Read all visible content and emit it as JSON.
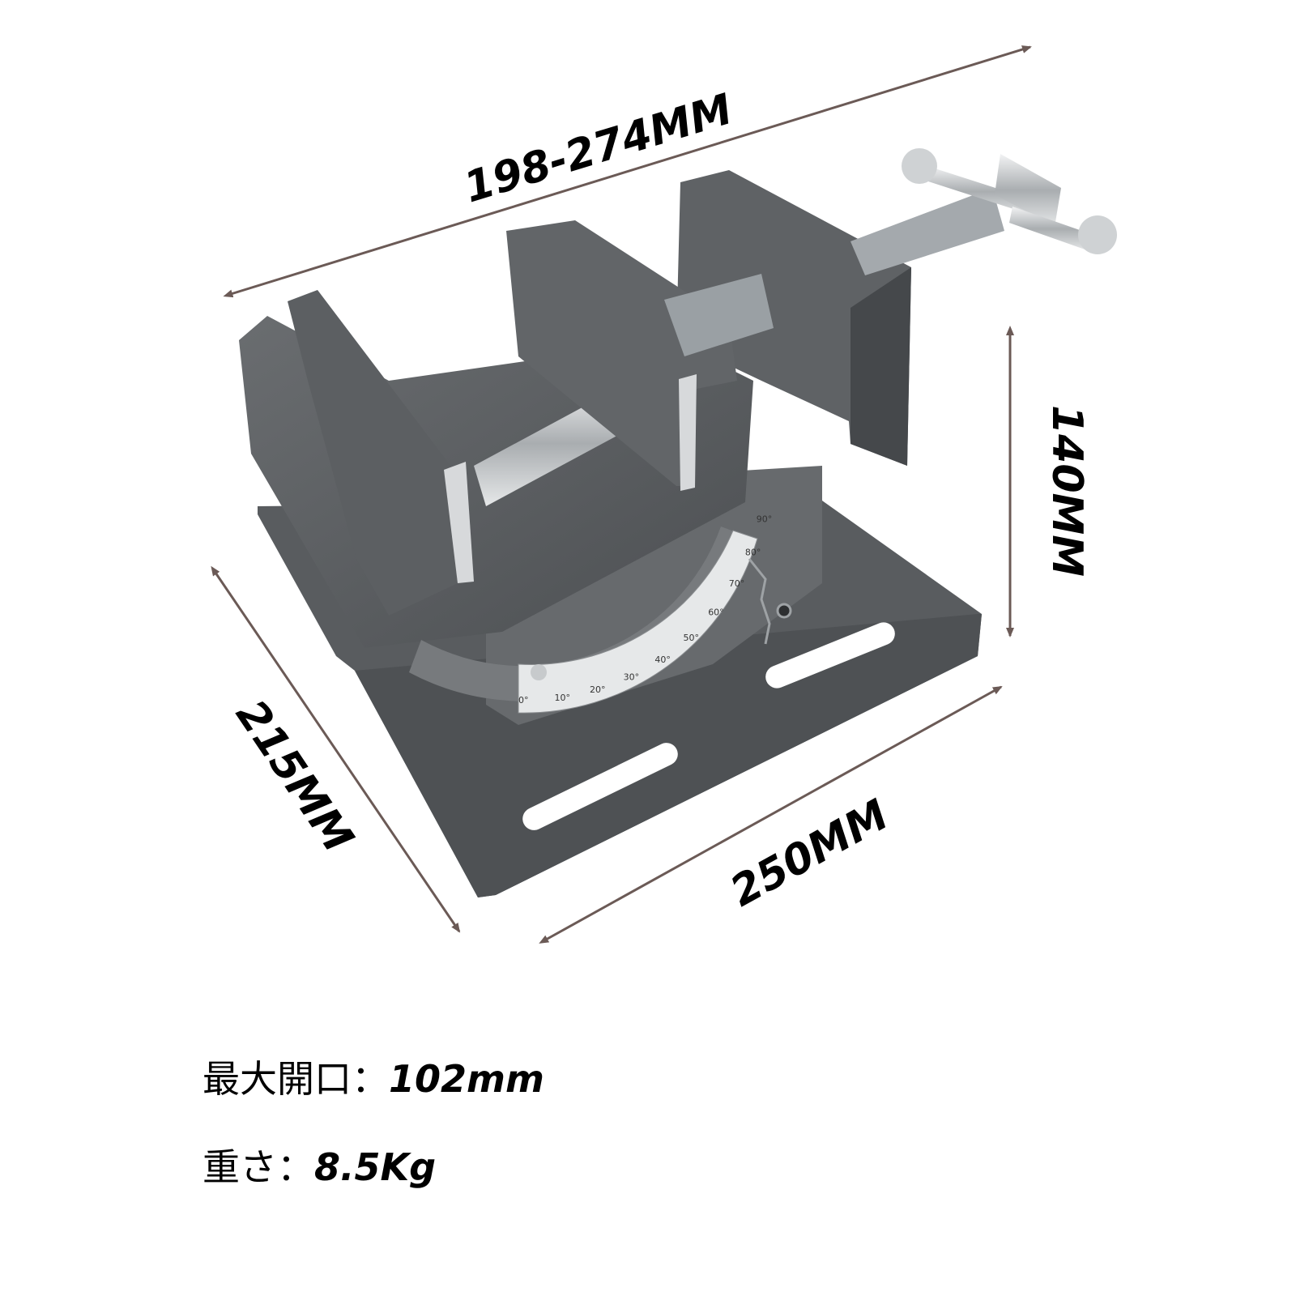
{
  "dimensions": {
    "length": "198-274MM",
    "height": "140MM",
    "depth": "215MM",
    "width": "250MM"
  },
  "angle_scale": [
    "0°",
    "10°",
    "20°",
    "30°",
    "40°",
    "50°",
    "60°",
    "70°",
    "80°",
    "90°"
  ],
  "specs": [
    {
      "label": "最大開口：",
      "value": "102mm"
    },
    {
      "label": "重さ：",
      "value": "8.5Kg"
    }
  ],
  "colors": {
    "arrow": "#6b5a56",
    "iron": "#5a5d60",
    "iron_dark": "#3e4043",
    "steel": "#c9ccce"
  }
}
